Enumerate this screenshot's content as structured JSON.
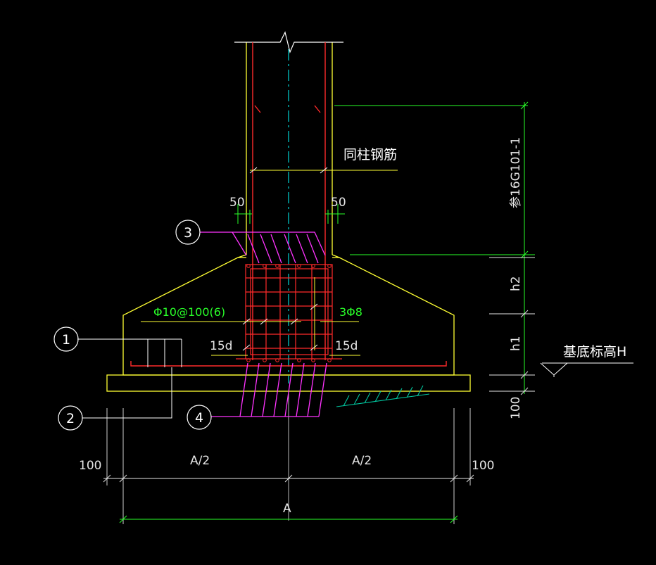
{
  "colors": {
    "background": "#000000",
    "concrete": "#ffff33",
    "rebar": "#ff2a2a",
    "stirrup_insert": "#ff33ff",
    "dimension": "#29ff29",
    "annotation": "#ffffff",
    "centerline": "#00ffff",
    "text_grey": "#e6e6e6"
  },
  "labels": {
    "column_rebar_note": "同柱钢筋",
    "anchorage_ref": "参16G101-1",
    "base_elevation": "基底标高H",
    "stirrup_spec": "Φ10@100(6)",
    "longitudinal_spec": "3Φ8",
    "hook_left": "15d",
    "hook_right": "15d"
  },
  "dimensions": {
    "cover_left": "50",
    "cover_right": "50",
    "h2": "h2",
    "h1": "h1",
    "blinding": "100",
    "half_left": "A/2",
    "half_right": "A/2",
    "overhang_left": "100",
    "overhang_right": "100",
    "total": "A"
  },
  "callouts": [
    {
      "id": "1",
      "label": "1"
    },
    {
      "id": "2",
      "label": "2"
    },
    {
      "id": "3",
      "label": "3"
    },
    {
      "id": "4",
      "label": "4"
    }
  ]
}
